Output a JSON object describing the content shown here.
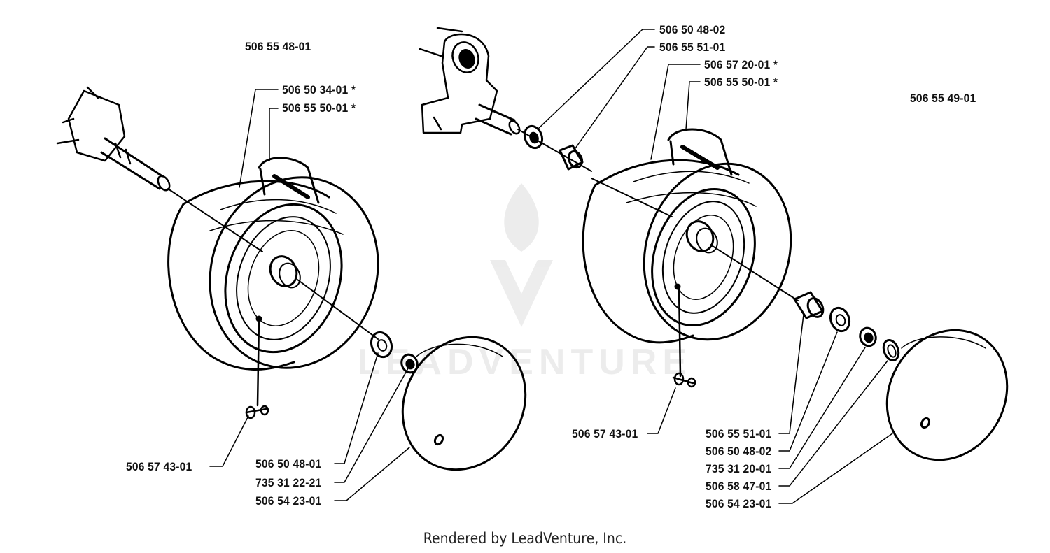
{
  "assemblies": {
    "left": "506 55 48-01",
    "right": "506 55 49-01"
  },
  "left_parts": {
    "tire": "506 50 34-01 *",
    "rim": "506 55 50-01 *",
    "valve": "506 57 43-01",
    "washer": "506 50 48-01",
    "nut": "735 31 22-21",
    "hubcap": "506 54 23-01"
  },
  "right_parts": {
    "washer_top": "506 50 48-02",
    "bushing_top": "506 55 51-01",
    "tire": "506 57 20-01 *",
    "rim": "506 55 50-01 *",
    "valve": "506 57 43-01",
    "bushing": "506 55 51-01",
    "washer": "506 50 48-02",
    "nut": "735 31 20-01",
    "ring": "506 58 47-01",
    "hubcap": "506 54 23-01"
  },
  "watermark": "LEADVENTURE",
  "footer": "Rendered by LeadVenture, Inc."
}
